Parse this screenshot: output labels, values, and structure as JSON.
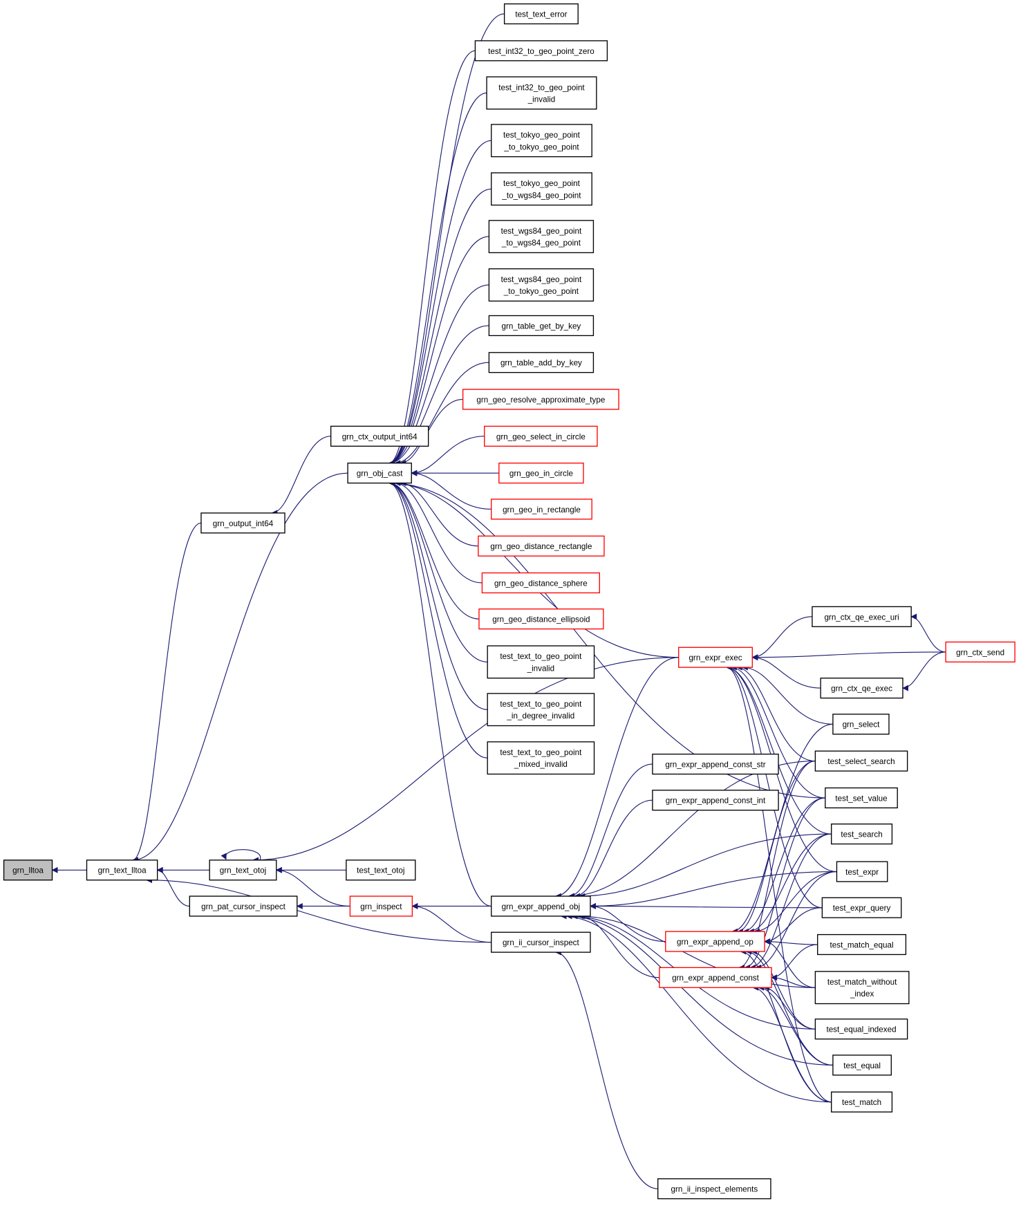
{
  "diagram": {
    "type": "doxygen-caller-graph",
    "root": "grn_lltoa",
    "colors": {
      "edge": "#191970",
      "root_fill": "#bfbfbf",
      "node_border": "#000000",
      "truncated_node_border": "#ff0000"
    },
    "nodes": {
      "grn_lltoa": {
        "lines": [
          "grn_lltoa"
        ],
        "kind": "root"
      },
      "grn_text_lltoa": {
        "lines": [
          "grn_text_lltoa"
        ],
        "kind": "normal"
      },
      "grn_output_int64": {
        "lines": [
          "grn_output_int64"
        ],
        "kind": "normal"
      },
      "grn_text_otoj": {
        "lines": [
          "grn_text_otoj"
        ],
        "kind": "normal"
      },
      "grn_pat_cursor_inspect": {
        "lines": [
          "grn_pat_cursor_inspect"
        ],
        "kind": "normal"
      },
      "grn_ctx_output_int64": {
        "lines": [
          "grn_ctx_output_int64"
        ],
        "kind": "normal"
      },
      "grn_obj_cast": {
        "lines": [
          "grn_obj_cast"
        ],
        "kind": "normal"
      },
      "test_text_otoj": {
        "lines": [
          "test_text_otoj"
        ],
        "kind": "normal"
      },
      "grn_inspect": {
        "lines": [
          "grn_inspect"
        ],
        "kind": "truncated"
      },
      "test_text_error": {
        "lines": [
          "test_text_error"
        ],
        "kind": "normal"
      },
      "test_int32_to_geo_point_zero": {
        "lines": [
          "test_int32_to_geo_point_zero"
        ],
        "kind": "normal"
      },
      "test_int32_to_geo_point_invalid": {
        "lines": [
          "test_int32_to_geo_point",
          "_invalid"
        ],
        "kind": "normal"
      },
      "test_tokyo_geo_point_to_tokyo_geo_point": {
        "lines": [
          "test_tokyo_geo_point",
          "_to_tokyo_geo_point"
        ],
        "kind": "normal"
      },
      "test_tokyo_geo_point_to_wgs84_geo_point": {
        "lines": [
          "test_tokyo_geo_point",
          "_to_wgs84_geo_point"
        ],
        "kind": "normal"
      },
      "test_wgs84_geo_point_to_wgs84_geo_point": {
        "lines": [
          "test_wgs84_geo_point",
          "_to_wgs84_geo_point"
        ],
        "kind": "normal"
      },
      "test_wgs84_geo_point_to_tokyo_geo_point": {
        "lines": [
          "test_wgs84_geo_point",
          "_to_tokyo_geo_point"
        ],
        "kind": "normal"
      },
      "grn_table_get_by_key": {
        "lines": [
          "grn_table_get_by_key"
        ],
        "kind": "normal"
      },
      "grn_table_add_by_key": {
        "lines": [
          "grn_table_add_by_key"
        ],
        "kind": "normal"
      },
      "grn_geo_resolve_approximate_type": {
        "lines": [
          "grn_geo_resolve_approximate_type"
        ],
        "kind": "truncated"
      },
      "grn_geo_select_in_circle": {
        "lines": [
          "grn_geo_select_in_circle"
        ],
        "kind": "truncated"
      },
      "grn_geo_in_circle": {
        "lines": [
          "grn_geo_in_circle"
        ],
        "kind": "truncated"
      },
      "grn_geo_in_rectangle": {
        "lines": [
          "grn_geo_in_rectangle"
        ],
        "kind": "truncated"
      },
      "grn_geo_distance_rectangle": {
        "lines": [
          "grn_geo_distance_rectangle"
        ],
        "kind": "truncated"
      },
      "grn_geo_distance_sphere": {
        "lines": [
          "grn_geo_distance_sphere"
        ],
        "kind": "truncated"
      },
      "grn_geo_distance_ellipsoid": {
        "lines": [
          "grn_geo_distance_ellipsoid"
        ],
        "kind": "truncated"
      },
      "test_text_to_geo_point_invalid": {
        "lines": [
          "test_text_to_geo_point",
          "_invalid"
        ],
        "kind": "normal"
      },
      "test_text_to_geo_point_in_degree_invalid": {
        "lines": [
          "test_text_to_geo_point",
          "_in_degree_invalid"
        ],
        "kind": "normal"
      },
      "test_text_to_geo_point_mixed_invalid": {
        "lines": [
          "test_text_to_geo_point",
          "_mixed_invalid"
        ],
        "kind": "normal"
      },
      "grn_expr_append_obj": {
        "lines": [
          "grn_expr_append_obj"
        ],
        "kind": "normal"
      },
      "grn_ii_cursor_inspect": {
        "lines": [
          "grn_ii_cursor_inspect"
        ],
        "kind": "normal"
      },
      "grn_ii_inspect_elements": {
        "lines": [
          "grn_ii_inspect_elements"
        ],
        "kind": "normal"
      },
      "grn_expr_exec": {
        "lines": [
          "grn_expr_exec"
        ],
        "kind": "truncated"
      },
      "grn_expr_append_const_str": {
        "lines": [
          "grn_expr_append_const_str"
        ],
        "kind": "normal"
      },
      "grn_expr_append_const_int": {
        "lines": [
          "grn_expr_append_const_int"
        ],
        "kind": "normal"
      },
      "grn_expr_append_op": {
        "lines": [
          "grn_expr_append_op"
        ],
        "kind": "truncated"
      },
      "grn_expr_append_const": {
        "lines": [
          "grn_expr_append_const"
        ],
        "kind": "truncated"
      },
      "grn_ctx_qe_exec_uri": {
        "lines": [
          "grn_ctx_qe_exec_uri"
        ],
        "kind": "normal"
      },
      "grn_ctx_send": {
        "lines": [
          "grn_ctx_send"
        ],
        "kind": "truncated"
      },
      "grn_ctx_qe_exec": {
        "lines": [
          "grn_ctx_qe_exec"
        ],
        "kind": "normal"
      },
      "grn_select": {
        "lines": [
          "grn_select"
        ],
        "kind": "normal"
      },
      "test_select_search": {
        "lines": [
          "test_select_search"
        ],
        "kind": "normal"
      },
      "test_set_value": {
        "lines": [
          "test_set_value"
        ],
        "kind": "normal"
      },
      "test_search": {
        "lines": [
          "test_search"
        ],
        "kind": "normal"
      },
      "test_expr": {
        "lines": [
          "test_expr"
        ],
        "kind": "normal"
      },
      "test_expr_query": {
        "lines": [
          "test_expr_query"
        ],
        "kind": "normal"
      },
      "test_match_equal": {
        "lines": [
          "test_match_equal"
        ],
        "kind": "normal"
      },
      "test_match_without_index": {
        "lines": [
          "test_match_without",
          "_index"
        ],
        "kind": "normal"
      },
      "test_equal_indexed": {
        "lines": [
          "test_equal_indexed"
        ],
        "kind": "normal"
      },
      "test_equal": {
        "lines": [
          "test_equal"
        ],
        "kind": "normal"
      },
      "test_match": {
        "lines": [
          "test_match"
        ],
        "kind": "normal"
      }
    },
    "edges": [
      [
        "grn_text_lltoa",
        "grn_lltoa"
      ],
      [
        "grn_output_int64",
        "grn_text_lltoa"
      ],
      [
        "grn_obj_cast",
        "grn_text_lltoa"
      ],
      [
        "grn_text_otoj",
        "grn_text_lltoa"
      ],
      [
        "grn_pat_cursor_inspect",
        "grn_text_lltoa"
      ],
      [
        "grn_ii_cursor_inspect",
        "grn_text_lltoa"
      ],
      [
        "grn_ctx_output_int64",
        "grn_output_int64"
      ],
      [
        "grn_text_otoj",
        "grn_text_otoj"
      ],
      [
        "grn_expr_exec",
        "grn_text_otoj"
      ],
      [
        "test_text_otoj",
        "grn_text_otoj"
      ],
      [
        "grn_inspect",
        "grn_text_otoj"
      ],
      [
        "grn_inspect",
        "grn_pat_cursor_inspect"
      ],
      [
        "grn_expr_append_obj",
        "grn_inspect"
      ],
      [
        "grn_ii_cursor_inspect",
        "grn_inspect"
      ],
      [
        "grn_ii_inspect_elements",
        "grn_ii_cursor_inspect"
      ],
      [
        "test_text_error",
        "grn_obj_cast"
      ],
      [
        "test_int32_to_geo_point_zero",
        "grn_obj_cast"
      ],
      [
        "test_int32_to_geo_point_invalid",
        "grn_obj_cast"
      ],
      [
        "test_tokyo_geo_point_to_tokyo_geo_point",
        "grn_obj_cast"
      ],
      [
        "test_tokyo_geo_point_to_wgs84_geo_point",
        "grn_obj_cast"
      ],
      [
        "test_wgs84_geo_point_to_wgs84_geo_point",
        "grn_obj_cast"
      ],
      [
        "test_wgs84_geo_point_to_tokyo_geo_point",
        "grn_obj_cast"
      ],
      [
        "grn_table_get_by_key",
        "grn_obj_cast"
      ],
      [
        "grn_table_add_by_key",
        "grn_obj_cast"
      ],
      [
        "grn_geo_resolve_approximate_type",
        "grn_obj_cast"
      ],
      [
        "grn_geo_select_in_circle",
        "grn_obj_cast"
      ],
      [
        "grn_geo_in_circle",
        "grn_obj_cast"
      ],
      [
        "grn_geo_in_rectangle",
        "grn_obj_cast"
      ],
      [
        "grn_geo_distance_rectangle",
        "grn_obj_cast"
      ],
      [
        "grn_geo_distance_sphere",
        "grn_obj_cast"
      ],
      [
        "grn_geo_distance_ellipsoid",
        "grn_obj_cast"
      ],
      [
        "test_text_to_geo_point_invalid",
        "grn_obj_cast"
      ],
      [
        "test_text_to_geo_point_in_degree_invalid",
        "grn_obj_cast"
      ],
      [
        "test_text_to_geo_point_mixed_invalid",
        "grn_obj_cast"
      ],
      [
        "grn_expr_append_obj",
        "grn_obj_cast"
      ],
      [
        "grn_expr_exec",
        "grn_obj_cast"
      ],
      [
        "test_set_value",
        "grn_obj_cast"
      ],
      [
        "grn_expr_exec",
        "grn_expr_append_obj"
      ],
      [
        "grn_expr_append_const_str",
        "grn_expr_append_obj"
      ],
      [
        "grn_expr_append_const_int",
        "grn_expr_append_obj"
      ],
      [
        "grn_expr_append_op",
        "grn_expr_append_obj"
      ],
      [
        "grn_expr_append_const",
        "grn_expr_append_obj"
      ],
      [
        "test_select_search",
        "grn_expr_append_obj"
      ],
      [
        "test_search",
        "grn_expr_append_obj"
      ],
      [
        "test_expr",
        "grn_expr_append_obj"
      ],
      [
        "test_expr_query",
        "grn_expr_append_obj"
      ],
      [
        "test_match_without_index",
        "grn_expr_append_obj"
      ],
      [
        "test_equal_indexed",
        "grn_expr_append_obj"
      ],
      [
        "test_equal",
        "grn_expr_append_obj"
      ],
      [
        "test_match",
        "grn_expr_append_obj"
      ],
      [
        "grn_ctx_qe_exec_uri",
        "grn_expr_exec"
      ],
      [
        "grn_ctx_send",
        "grn_expr_exec"
      ],
      [
        "grn_ctx_qe_exec",
        "grn_expr_exec"
      ],
      [
        "grn_select",
        "grn_expr_exec"
      ],
      [
        "test_select_search",
        "grn_expr_exec"
      ],
      [
        "test_set_value",
        "grn_expr_exec"
      ],
      [
        "test_search",
        "grn_expr_exec"
      ],
      [
        "test_expr",
        "grn_expr_exec"
      ],
      [
        "test_expr_query",
        "grn_expr_exec"
      ],
      [
        "test_match",
        "grn_expr_exec"
      ],
      [
        "grn_ctx_send",
        "grn_ctx_qe_exec_uri"
      ],
      [
        "grn_ctx_send",
        "grn_ctx_qe_exec"
      ],
      [
        "grn_select",
        "grn_expr_append_op"
      ],
      [
        "test_select_search",
        "grn_expr_append_op"
      ],
      [
        "test_set_value",
        "grn_expr_append_op"
      ],
      [
        "test_search",
        "grn_expr_append_op"
      ],
      [
        "test_expr",
        "grn_expr_append_op"
      ],
      [
        "test_expr_query",
        "grn_expr_append_op"
      ],
      [
        "test_match_equal",
        "grn_expr_append_op"
      ],
      [
        "test_match_without_index",
        "grn_expr_append_op"
      ],
      [
        "test_equal_indexed",
        "grn_expr_append_op"
      ],
      [
        "test_equal",
        "grn_expr_append_op"
      ],
      [
        "test_match",
        "grn_expr_append_op"
      ],
      [
        "test_select_search",
        "grn_expr_append_const"
      ],
      [
        "test_set_value",
        "grn_expr_append_const"
      ],
      [
        "test_search",
        "grn_expr_append_const"
      ],
      [
        "test_expr",
        "grn_expr_append_const"
      ],
      [
        "test_match_equal",
        "grn_expr_append_const"
      ],
      [
        "test_match_without_index",
        "grn_expr_append_const"
      ],
      [
        "test_equal_indexed",
        "grn_expr_append_const"
      ],
      [
        "test_equal",
        "grn_expr_append_const"
      ],
      [
        "test_match",
        "grn_expr_append_const"
      ]
    ]
  }
}
